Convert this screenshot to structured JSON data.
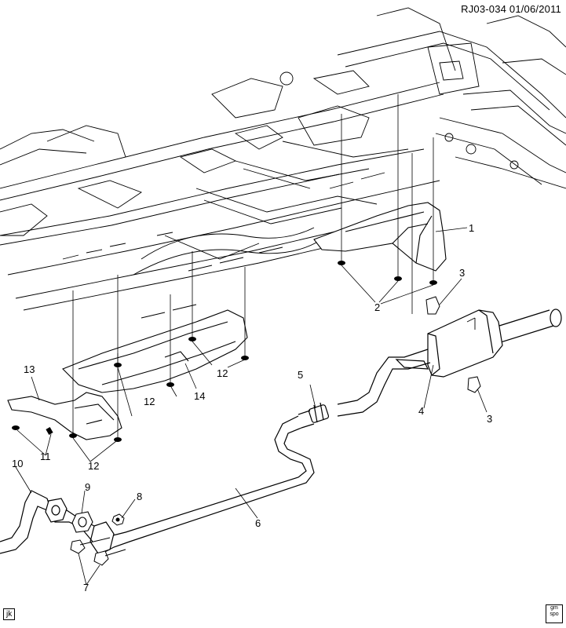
{
  "header": {
    "ref_code": "RJ03-034  01/06/2011"
  },
  "footer": {
    "corner_code": "jk",
    "logo_label": "gm spo"
  },
  "callouts": {
    "c1": "1",
    "c2": "2",
    "c3a": "3",
    "c3b": "3",
    "c4": "4",
    "c5": "5",
    "c6": "6",
    "c7": "7",
    "c8": "8",
    "c9": "9",
    "c10": "10",
    "c11": "11",
    "c12a": "12",
    "c12b": "12",
    "c12c": "12",
    "c13": "13",
    "c14": "14"
  }
}
